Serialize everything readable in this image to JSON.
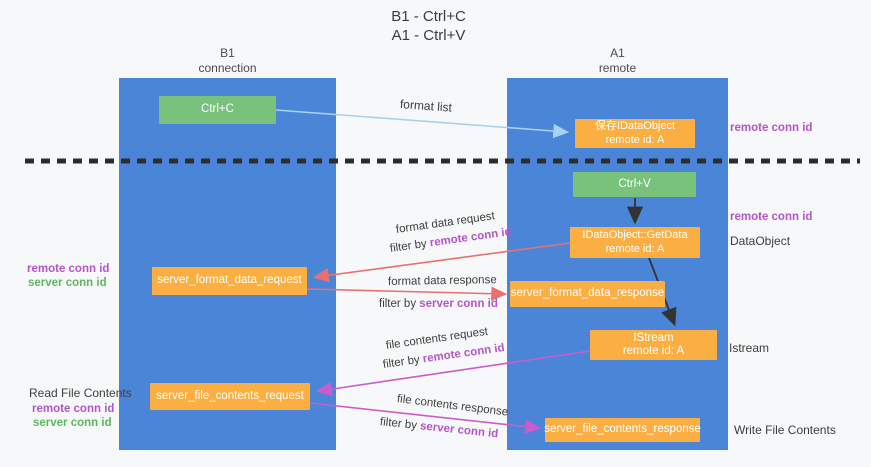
{
  "title": {
    "line1": "B1 - Ctrl+C",
    "line2": "A1 - Ctrl+V"
  },
  "lifelines": {
    "left": {
      "title": "B1",
      "subtitle": "connection"
    },
    "right": {
      "title": "A1",
      "subtitle": "remote"
    }
  },
  "nodes": {
    "ctrl_c": {
      "label": "Ctrl+C"
    },
    "ctrl_v": {
      "label": "Ctrl+V"
    },
    "save_idataobject": {
      "line1": "保存IDataObject",
      "line2": "remote id: A"
    },
    "idataobject_getdata": {
      "line1": "IDataObject::GetData",
      "line2": "remote id: A"
    },
    "istream": {
      "line1": "IStream",
      "line2": "remote id: A"
    },
    "server_format_data_request": {
      "label": "server_format_data_request"
    },
    "server_format_data_response": {
      "label": "server_format_data_response"
    },
    "server_file_contents_request": {
      "label": "server_file_contents_request"
    },
    "server_file_contents_response": {
      "label": "server_file_contents_response"
    }
  },
  "edge_labels": {
    "format_list": "format list",
    "format_data_request": "format data request",
    "format_data_request_filter": {
      "prefix": "filter by ",
      "highlight": "remote conn id"
    },
    "format_data_response": "format data response",
    "format_data_response_filter": {
      "prefix": "filter by ",
      "highlight": "server conn id"
    },
    "file_contents_request": "file contents request",
    "file_contents_request_filter": {
      "prefix": "filter by ",
      "highlight": "remote conn id"
    },
    "file_contents_response": "file contents response",
    "file_contents_response_filter": {
      "prefix": "filter by ",
      "highlight": "server conn id"
    }
  },
  "side_labels": {
    "right_remote_conn_top": "remote conn id",
    "right_remote_conn_mid": "remote conn id",
    "right_dataobject": "DataObject",
    "right_istream": "Istream",
    "right_write_file": "Write File Contents",
    "left_remote_conn_top": "remote conn id",
    "left_server_conn_top": "server conn id",
    "left_read_file": "Read File Contents",
    "left_remote_conn_bottom": "remote conn id",
    "left_server_conn_bottom": "server conn id"
  },
  "colors": {
    "lifeline_blue": "#4a85d8",
    "action_green": "#79c27c",
    "message_orange": "#fbaf42",
    "arrow_red": "#e8716f",
    "arrow_magenta": "#cb5ccb",
    "arrow_lightblue": "#a6d1f3",
    "arrow_black": "#333333",
    "text_purple": "#b455c8",
    "text_green": "#5cb85c"
  }
}
